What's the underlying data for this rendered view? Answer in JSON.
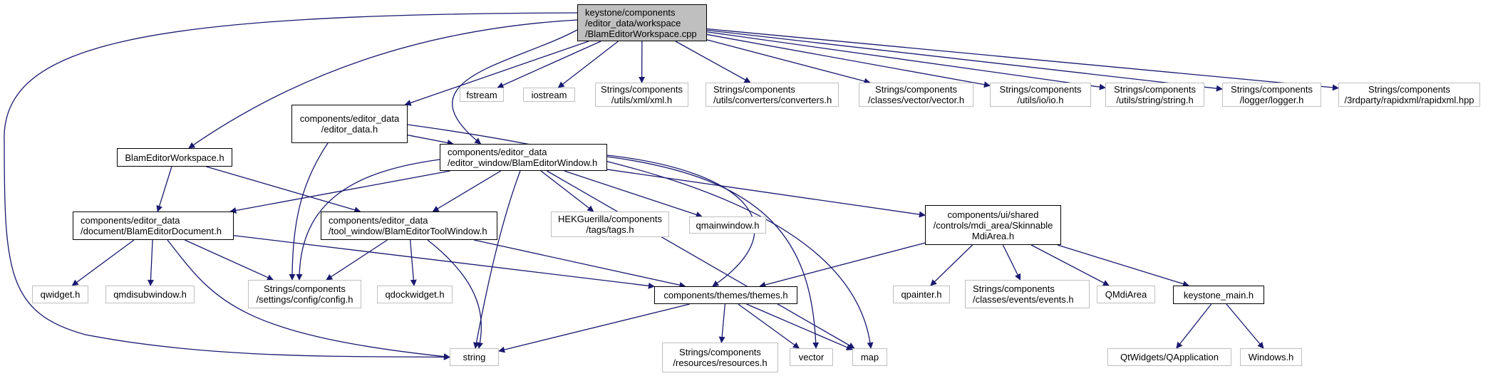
{
  "diagram": {
    "type": "include-dependency-graph",
    "edge_color": "#191970",
    "root_fill": "#bfbfbf",
    "nodes": [
      {
        "id": "root",
        "label": "keystone/components\n/editor_data/workspace\n/BlamEditorWorkspace.cpp",
        "kind": "root"
      },
      {
        "id": "editor_data",
        "label": "components/editor_data\n/editor_data.h",
        "kind": "local"
      },
      {
        "id": "fstream",
        "label": "fstream",
        "kind": "ext"
      },
      {
        "id": "iostream",
        "label": "iostream",
        "kind": "ext"
      },
      {
        "id": "xml",
        "label": "Strings/components\n/utils/xml/xml.h",
        "kind": "ext"
      },
      {
        "id": "converters",
        "label": "Strings/components\n/utils/converters/converters.h",
        "kind": "ext"
      },
      {
        "id": "vectorh",
        "label": "Strings/components\n/classes/vector/vector.h",
        "kind": "ext"
      },
      {
        "id": "io",
        "label": "Strings/components\n/utils/io/io.h",
        "kind": "ext"
      },
      {
        "id": "stringh",
        "label": "Strings/components\n/utils/string/string.h",
        "kind": "ext"
      },
      {
        "id": "logger",
        "label": "Strings/components\n/logger/logger.h",
        "kind": "ext"
      },
      {
        "id": "rapidxml",
        "label": "Strings/components\n/3rdparty/rapidxml/rapidxml.hpp",
        "kind": "ext"
      },
      {
        "id": "workspace_h",
        "label": "BlamEditorWorkspace.h",
        "kind": "local"
      },
      {
        "id": "window",
        "label": "components/editor_data\n/editor_window/BlamEditorWindow.h",
        "kind": "local"
      },
      {
        "id": "document",
        "label": "components/editor_data\n/document/BlamEditorDocument.h",
        "kind": "local"
      },
      {
        "id": "toolwindow",
        "label": "components/editor_data\n/tool_window/BlamEditorToolWindow.h",
        "kind": "local"
      },
      {
        "id": "tags",
        "label": "HEKGuerilla/components\n/tags/tags.h",
        "kind": "ext"
      },
      {
        "id": "qmainwindow",
        "label": "qmainwindow.h",
        "kind": "ext"
      },
      {
        "id": "skinnable",
        "label": "components/ui/shared\n/controls/mdi_area/Skinnable\nMdiArea.h",
        "kind": "local"
      },
      {
        "id": "themes",
        "label": "components/themes/themes.h",
        "kind": "local"
      },
      {
        "id": "qwidget",
        "label": "qwidget.h",
        "kind": "ext"
      },
      {
        "id": "qmdisub",
        "label": "qmdisubwindow.h",
        "kind": "ext"
      },
      {
        "id": "config",
        "label": "Strings/components\n/settings/config/config.h",
        "kind": "ext"
      },
      {
        "id": "qdock",
        "label": "qdockwidget.h",
        "kind": "ext"
      },
      {
        "id": "qpainter",
        "label": "qpainter.h",
        "kind": "ext"
      },
      {
        "id": "events",
        "label": "Strings/components\n/classes/events/events.h",
        "kind": "ext"
      },
      {
        "id": "qmdiarea",
        "label": "QMdiArea",
        "kind": "ext"
      },
      {
        "id": "keystone_main",
        "label": "keystone_main.h",
        "kind": "local"
      },
      {
        "id": "string",
        "label": "string",
        "kind": "ext"
      },
      {
        "id": "resources",
        "label": "Strings/components\n/resources/resources.h",
        "kind": "ext"
      },
      {
        "id": "vector",
        "label": "vector",
        "kind": "ext"
      },
      {
        "id": "map",
        "label": "map",
        "kind": "ext"
      },
      {
        "id": "qapplication",
        "label": "QtWidgets/QApplication",
        "kind": "ext"
      },
      {
        "id": "windows",
        "label": "Windows.h",
        "kind": "ext"
      }
    ],
    "edges": [
      [
        "root",
        "editor_data"
      ],
      [
        "root",
        "fstream"
      ],
      [
        "root",
        "iostream"
      ],
      [
        "root",
        "xml"
      ],
      [
        "root",
        "converters"
      ],
      [
        "root",
        "vectorh"
      ],
      [
        "root",
        "io"
      ],
      [
        "root",
        "stringh"
      ],
      [
        "root",
        "logger"
      ],
      [
        "root",
        "rapidxml"
      ],
      [
        "root",
        "workspace_h"
      ],
      [
        "root",
        "window"
      ],
      [
        "root",
        "string"
      ],
      [
        "editor_data",
        "window"
      ],
      [
        "editor_data",
        "config"
      ],
      [
        "editor_data",
        "map"
      ],
      [
        "workspace_h",
        "document"
      ],
      [
        "workspace_h",
        "toolwindow"
      ],
      [
        "window",
        "document"
      ],
      [
        "window",
        "toolwindow"
      ],
      [
        "window",
        "tags"
      ],
      [
        "window",
        "qmainwindow"
      ],
      [
        "window",
        "skinnable"
      ],
      [
        "window",
        "themes"
      ],
      [
        "window",
        "config"
      ],
      [
        "window",
        "string"
      ],
      [
        "window",
        "vector"
      ],
      [
        "window",
        "map"
      ],
      [
        "document",
        "qwidget"
      ],
      [
        "document",
        "qmdisub"
      ],
      [
        "document",
        "config"
      ],
      [
        "document",
        "themes"
      ],
      [
        "document",
        "string"
      ],
      [
        "toolwindow",
        "config"
      ],
      [
        "toolwindow",
        "qdock"
      ],
      [
        "toolwindow",
        "themes"
      ],
      [
        "toolwindow",
        "string"
      ],
      [
        "skinnable",
        "themes"
      ],
      [
        "skinnable",
        "qpainter"
      ],
      [
        "skinnable",
        "events"
      ],
      [
        "skinnable",
        "qmdiarea"
      ],
      [
        "skinnable",
        "keystone_main"
      ],
      [
        "themes",
        "string"
      ],
      [
        "themes",
        "resources"
      ],
      [
        "themes",
        "vector"
      ],
      [
        "themes",
        "map"
      ],
      [
        "keystone_main",
        "qapplication"
      ],
      [
        "keystone_main",
        "windows"
      ]
    ]
  }
}
